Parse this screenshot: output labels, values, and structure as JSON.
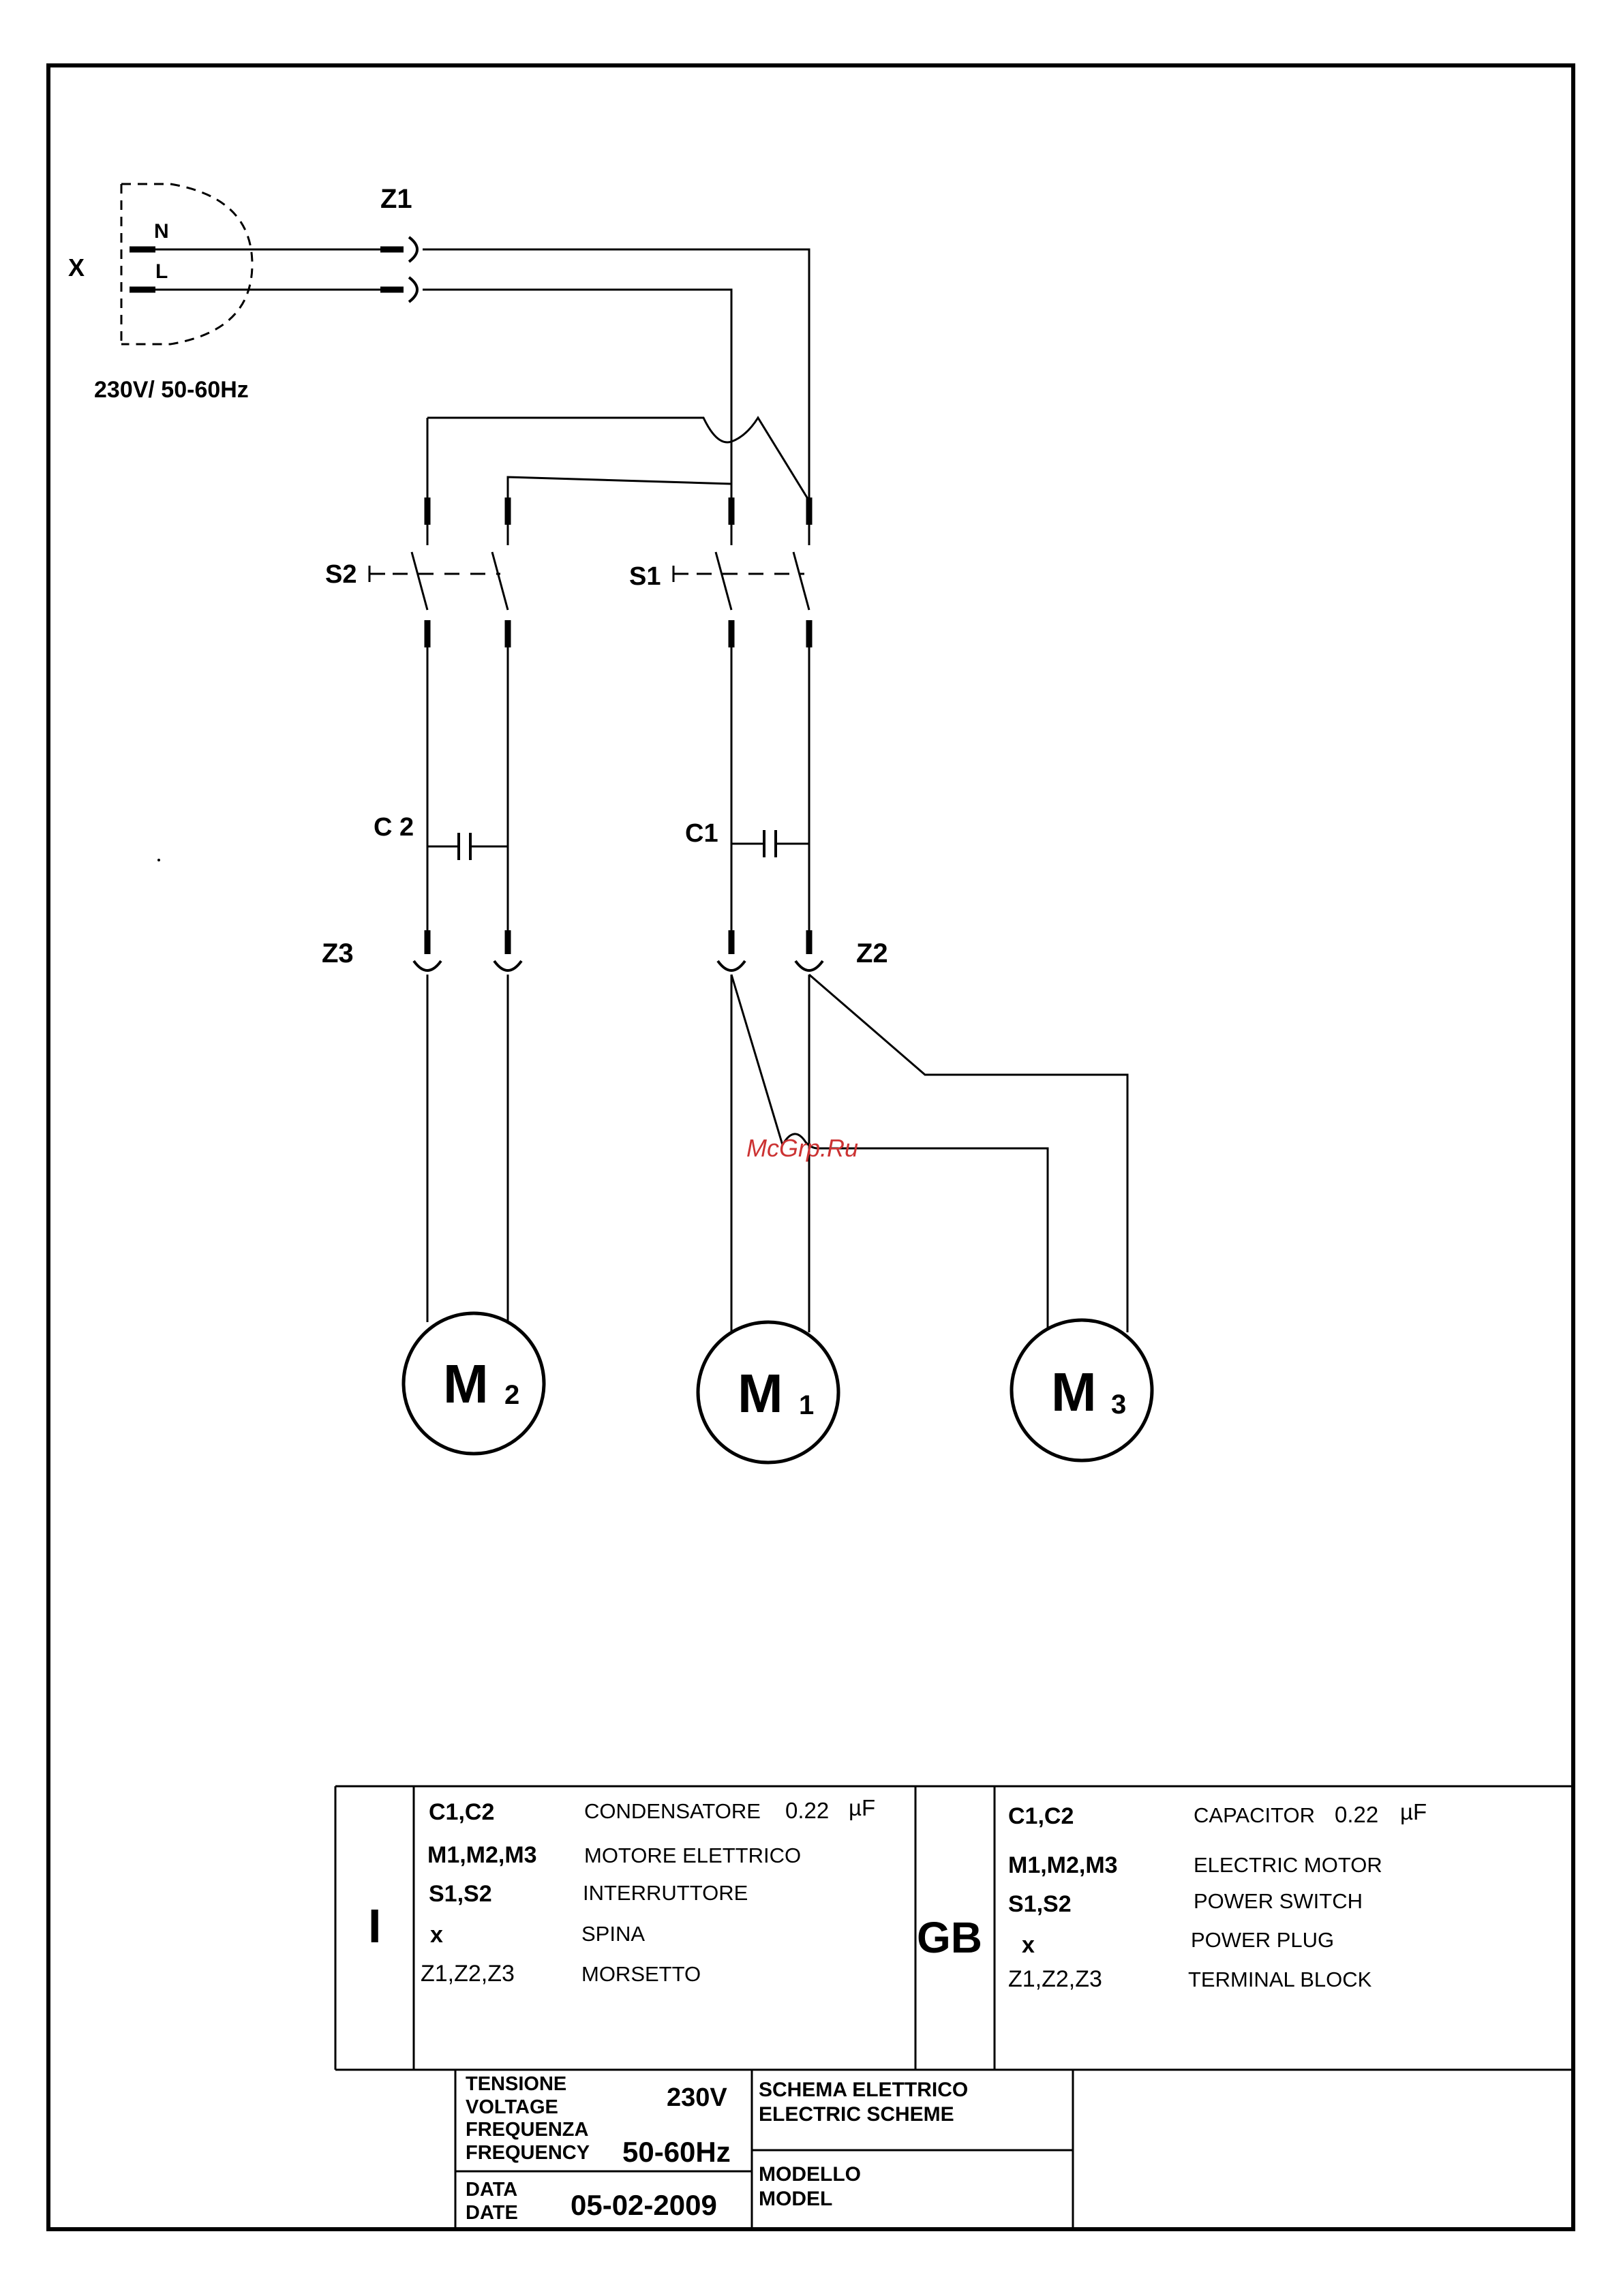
{
  "colors": {
    "line": "#000000",
    "watermark": "#cc3333",
    "background": "#ffffff"
  },
  "plug": {
    "label": "X",
    "neutral": "N",
    "live": "L",
    "rating": "230V/ 50-60Hz"
  },
  "terminals": {
    "z1": "Z1",
    "z2": "Z2",
    "z3": "Z3"
  },
  "switches": {
    "s1": "S1",
    "s2": "S2"
  },
  "capacitors": {
    "c1": "C1",
    "c2": "C 2"
  },
  "motors": {
    "m1": {
      "letter": "M",
      "sub": "1"
    },
    "m2": {
      "letter": "M",
      "sub": "2"
    },
    "m3": {
      "letter": "M",
      "sub": "3"
    }
  },
  "watermark": "McGrp.Ru",
  "legend": {
    "it": {
      "lang": "I",
      "rows": [
        {
          "code": "C1,C2",
          "desc": "CONDENSATORE",
          "value": "0.22",
          "unit": "µF"
        },
        {
          "code": "M1,M2,M3",
          "desc": "MOTORE ELETTRICO"
        },
        {
          "code": "S1,S2",
          "desc": "INTERRUTTORE"
        },
        {
          "code": "x",
          "desc": "SPINA"
        },
        {
          "code": "Z1,Z2,Z3",
          "desc": "MORSETTO"
        }
      ]
    },
    "gb": {
      "lang": "GB",
      "rows": [
        {
          "code": "C1,C2",
          "desc": "CAPACITOR",
          "value": "0.22",
          "unit": "µF"
        },
        {
          "code": "M1,M2,M3",
          "desc": "ELECTRIC MOTOR"
        },
        {
          "code": "S1,S2",
          "desc": "POWER SWITCH"
        },
        {
          "code": "x",
          "desc": "POWER PLUG"
        },
        {
          "code": "Z1,Z2,Z3",
          "desc": "TERMINAL BLOCK"
        }
      ]
    }
  },
  "title_block": {
    "tensione": "TENSIONE",
    "voltage": "VOLTAGE",
    "voltage_value": "230V",
    "frequenza": "FREQUENZA",
    "frequency": "FREQUENCY",
    "frequency_value": "50-60Hz",
    "data": "DATA",
    "date": "DATE",
    "date_value": "05-02-2009",
    "schema_it": "SCHEMA ELETTRICO",
    "schema_en": "ELECTRIC SCHEME",
    "modello": "MODELLO",
    "model": "MODEL"
  }
}
